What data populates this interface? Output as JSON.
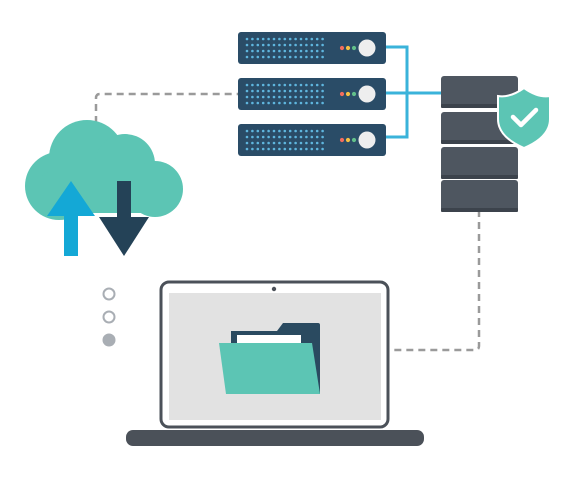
{
  "illustration": {
    "components": {
      "cloud": {
        "icon": "cloud-icon",
        "arrows": [
          "upload-arrow-icon",
          "download-arrow-icon"
        ]
      },
      "rack_servers": {
        "count": 3,
        "icon": "rack-server-icon"
      },
      "storage_tower": {
        "units": 4,
        "icon": "database-tower-icon"
      },
      "security_badge": {
        "icon": "shield-check-icon"
      },
      "laptop": {
        "icon": "laptop-icon",
        "screen_content": "folder-icon"
      },
      "pagination_dots": {
        "count": 3,
        "active_index": 2
      }
    },
    "colors": {
      "teal": "#5cc5b4",
      "teal_dark": "#4fb3a3",
      "cyan": "#14a8d6",
      "navy": "#244257",
      "server_blue": "#2a4c67",
      "storage_gray": "#4e5660",
      "link_blue": "#3ab3da",
      "dashed_gray": "#9a9a9a",
      "laptop_frame": "#4b5159",
      "screen_gray": "#e2e2e2",
      "folder_back": "#2a4a60",
      "dot_gray": "#a9aeb4"
    }
  }
}
